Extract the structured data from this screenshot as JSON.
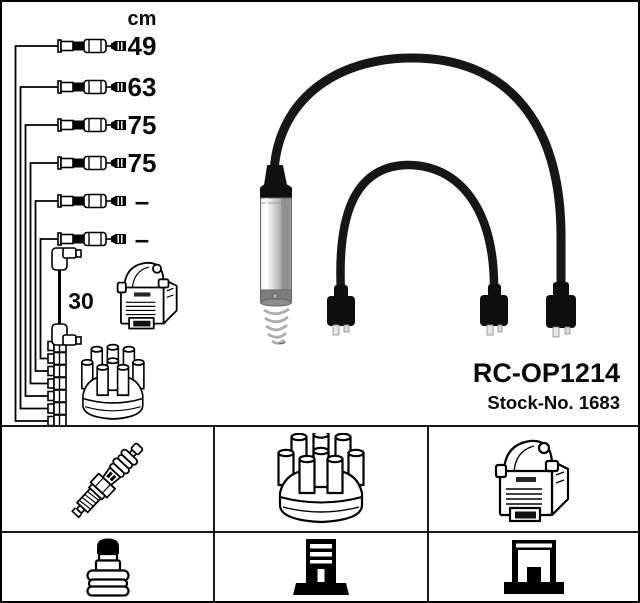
{
  "product": {
    "code": "RC-OP1214",
    "stock_text": "Stock-No. 1683"
  },
  "measurements": {
    "unit_header": "cm",
    "wire_lengths": [
      "49",
      "63",
      "75",
      "75",
      "–",
      "–"
    ],
    "coil_wire_length": "30"
  },
  "legend_icons": [
    {
      "name": "spark-plug"
    },
    {
      "name": "distributor-cap"
    },
    {
      "name": "ignition-coil"
    },
    {
      "name": "plug-cover"
    },
    {
      "name": "din-terminal"
    },
    {
      "name": "stud-terminal"
    }
  ],
  "colors": {
    "background": "#ffffff",
    "line_art": "#000000",
    "cable_black": "#161616",
    "grid_line": "#1a1a1a"
  }
}
